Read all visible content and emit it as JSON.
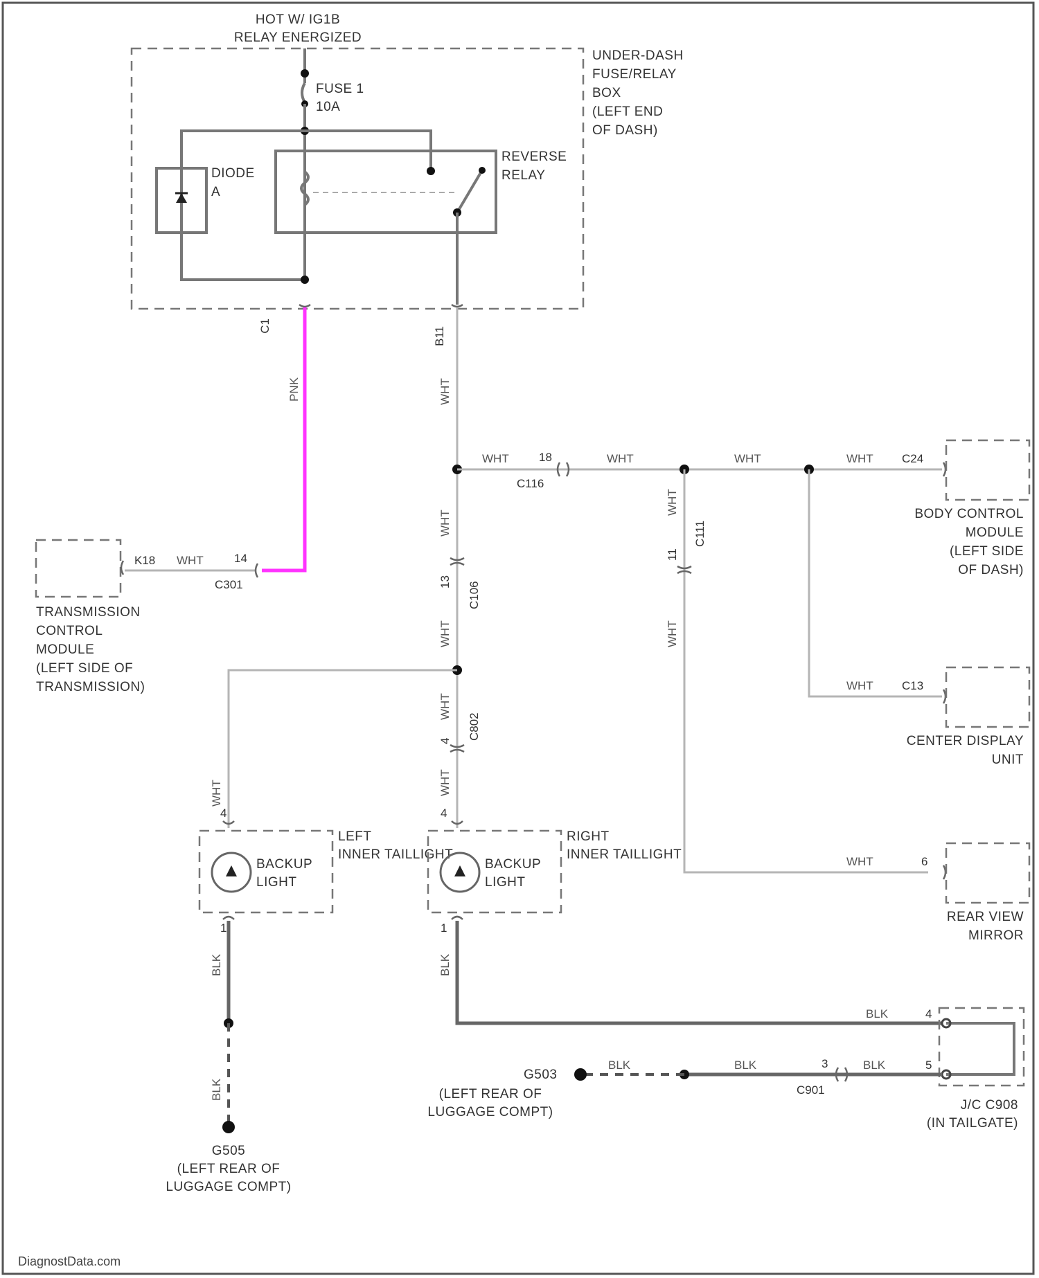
{
  "power_source": {
    "line1": "HOT W/ IG1B",
    "line2": "RELAY ENERGIZED"
  },
  "fuse_box": {
    "lines": [
      "UNDER-DASH",
      "FUSE/RELAY",
      "BOX",
      "(LEFT END",
      "OF DASH)"
    ]
  },
  "fuse": {
    "name": "FUSE 1",
    "rating": "10A"
  },
  "diode": {
    "name": "DIODE",
    "id": "A"
  },
  "relay": {
    "lines": [
      "REVERSE",
      "RELAY"
    ]
  },
  "pins": {
    "fusebox_left": "C1",
    "fusebox_right": "B11"
  },
  "wire_colors": {
    "wht": "WHT",
    "blk": "BLK",
    "pnk": "PNK"
  },
  "connectors": {
    "c116": "C116",
    "c116_pin": "18",
    "c106": "C106",
    "c106_pin": "13",
    "c111": "C111",
    "c111_pin": "11",
    "c802": "C802",
    "c802_pin": "4",
    "c301": "C301",
    "c301_pin": "14",
    "tcm_pin": "K18",
    "bcm_pin": "C24",
    "cdu_pin": "C13",
    "mirror_pin": "6",
    "left_lamp_pin_top": "4",
    "left_lamp_pin_bot": "1",
    "right_lamp_pin_top": "4",
    "right_lamp_pin_bot": "1",
    "c901": "C901",
    "c901_pin": "3",
    "jc_pin_top": "4",
    "jc_pin_bot": "5"
  },
  "components": {
    "tcm": [
      "TRANSMISSION",
      "CONTROL",
      "MODULE",
      "(LEFT SIDE OF",
      "TRANSMISSION)"
    ],
    "bcm": [
      "BODY CONTROL",
      "MODULE",
      "(LEFT SIDE",
      "OF DASH)"
    ],
    "cdu": [
      "CENTER DISPLAY",
      "UNIT"
    ],
    "mirror": [
      "REAR VIEW",
      "MIRROR"
    ],
    "left_taillight": [
      "LEFT",
      "INNER TAILLIGHT"
    ],
    "right_taillight": [
      "RIGHT",
      "INNER TAILLIGHT"
    ],
    "backup_light": [
      "BACKUP",
      "LIGHT"
    ],
    "jc": [
      "J/C C908",
      "(IN TAILGATE)"
    ]
  },
  "grounds": {
    "g505": "G505",
    "g505_loc": [
      "(LEFT REAR OF",
      "LUGGAGE COMPT)"
    ],
    "g503": "G503",
    "g503_loc": [
      "(LEFT REAR OF",
      "LUGGAGE COMPT)"
    ]
  },
  "watermark": "DiagnostData.com"
}
